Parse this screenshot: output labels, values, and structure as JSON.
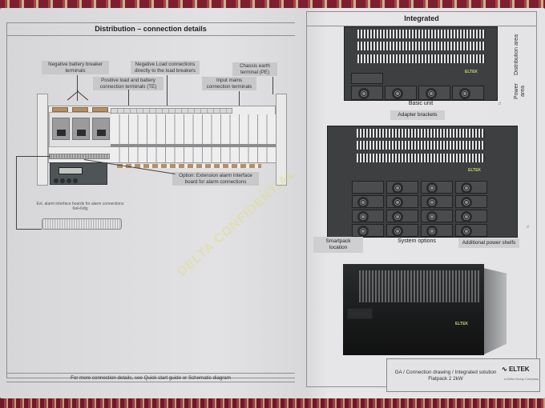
{
  "document": {
    "left_section": {
      "title": "Distribution – connection details",
      "callouts": {
        "neg_battery": "Negative battery breaker terminals",
        "neg_load": "Negative Load connections directly to the load breakers",
        "pos_load": "Positive load and battery connection terminals (TE)",
        "input_mains": "Input mains connection terminals",
        "chassis_earth": "Chassis earth terminal (PE)",
        "ext_alarm_option": "Option: Extension alarm interface board for alarm connections"
      },
      "ext_board_caption_line1": "Ext. alarm interface boards for alarm connections",
      "ext_board_caption_line2": "6al+6dig",
      "footer_note": "For more connection details, see Quick start guide or Schematic diagram"
    },
    "right_section": {
      "title": "Integrated",
      "basic_unit": {
        "caption": "Basic unit",
        "side_labels": {
          "distribution": "Distribution area",
          "power": "Power area"
        }
      },
      "expanded_unit": {
        "callouts": {
          "adapter_brackets": "Adapter brackets",
          "smartpack_location": "Smartpack location",
          "system_options": "System options",
          "additional_shelves": "Additional power shelfs"
        }
      },
      "brand_mark": "ELTEK"
    },
    "title_block": {
      "title_line1": "GA / Connection drawing / Integrated solution",
      "title_line2": "Flatpack 2 2kW",
      "company": "ELTEK",
      "company_sub": "a Delta Group Company"
    },
    "watermark": "DELTA CONFIDENTIAL",
    "colors": {
      "paper": "#e2e2e4",
      "callout_bg": "#c8c8ca",
      "rack_dark": "#3d3f41",
      "copper": "#b48e66",
      "carpet": "#8a2a36"
    }
  }
}
